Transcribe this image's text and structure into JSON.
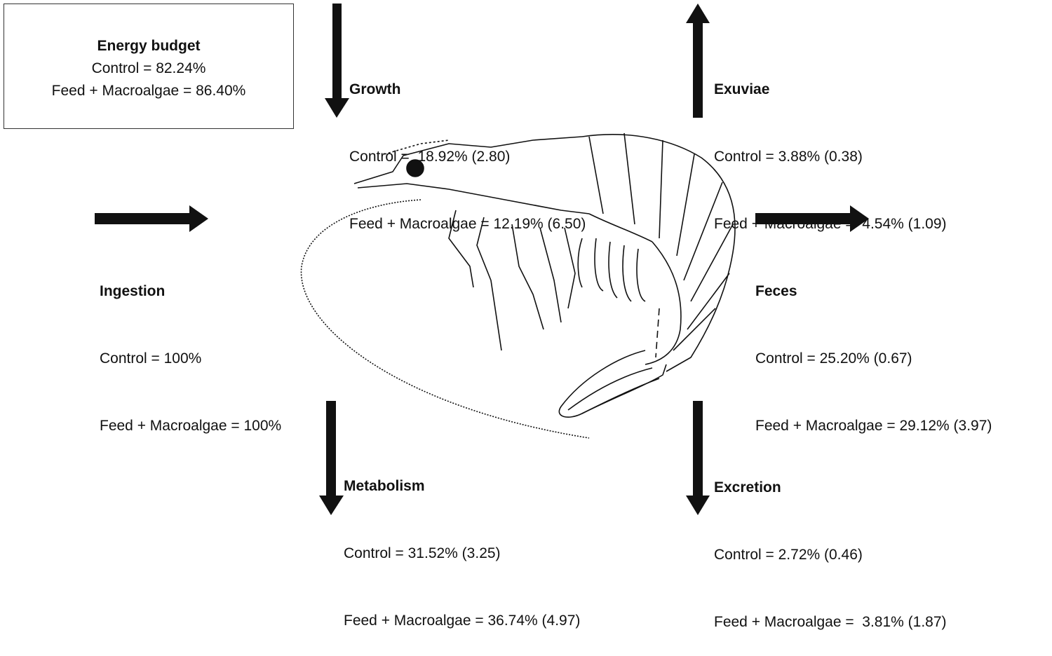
{
  "energy_budget": {
    "title": "Energy budget",
    "control": "Control = 82.24%",
    "feed": "Feed + Macroalgae = 86.40%"
  },
  "flows": {
    "growth": {
      "title": "Growth",
      "control": "Control =  18.92% (2.80)",
      "feed": "Feed + Macroalgae = 12.19% (6.50)",
      "arrow": "down"
    },
    "exuviae": {
      "title": "Exuviae",
      "control": "Control = 3.88% (0.38)",
      "feed": "Feed + Macroalgae =  4.54% (1.09)",
      "arrow": "up"
    },
    "ingestion": {
      "title": "Ingestion",
      "control": "Control = 100%",
      "feed": "Feed + Macroalgae = 100%",
      "arrow": "right"
    },
    "feces": {
      "title": "Feces",
      "control": "Control = 25.20% (0.67)",
      "feed": "Feed + Macroalgae = 29.12% (3.97)",
      "arrow": "right"
    },
    "metabolism": {
      "title": "Metabolism",
      "control": "Control = 31.52% (3.25)",
      "feed": "Feed + Macroalgae = 36.74% (4.97)",
      "arrow": "down"
    },
    "excretion": {
      "title": "Excretion",
      "control": "Control = 2.72% (0.46)",
      "feed": "Feed + Macroalgae =  3.81% (1.87)",
      "arrow": "down"
    }
  }
}
